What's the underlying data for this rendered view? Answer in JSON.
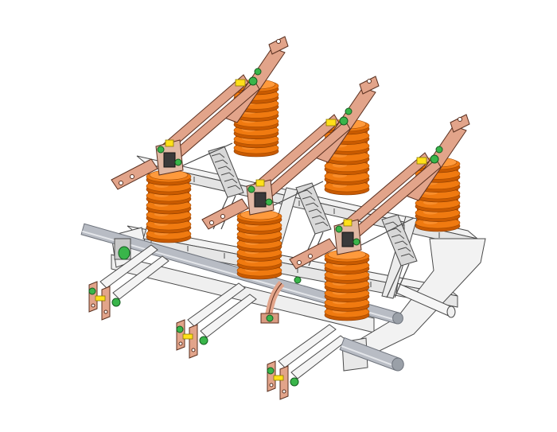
{
  "colors": {
    "background": "#ffffff",
    "frame": "#f2f2f2",
    "frame_edge": "#4a4a4a",
    "insulator": "#f07a10",
    "insulator_shade": "#c85a00",
    "insulator_light": "#ff9a3c",
    "copper": "#e2a48a",
    "copper_edge": "#5a3020",
    "shaft": "#b8bcc4",
    "shaft_dark": "#6e737c",
    "bolt": "#39b54a",
    "washer": "#ffe01a",
    "blade_grey": "#d8d8d8"
  },
  "scene": {
    "phases": 3,
    "insulators_per_phase": 2,
    "bottom_terminals": 3,
    "ground_blades": 3
  }
}
